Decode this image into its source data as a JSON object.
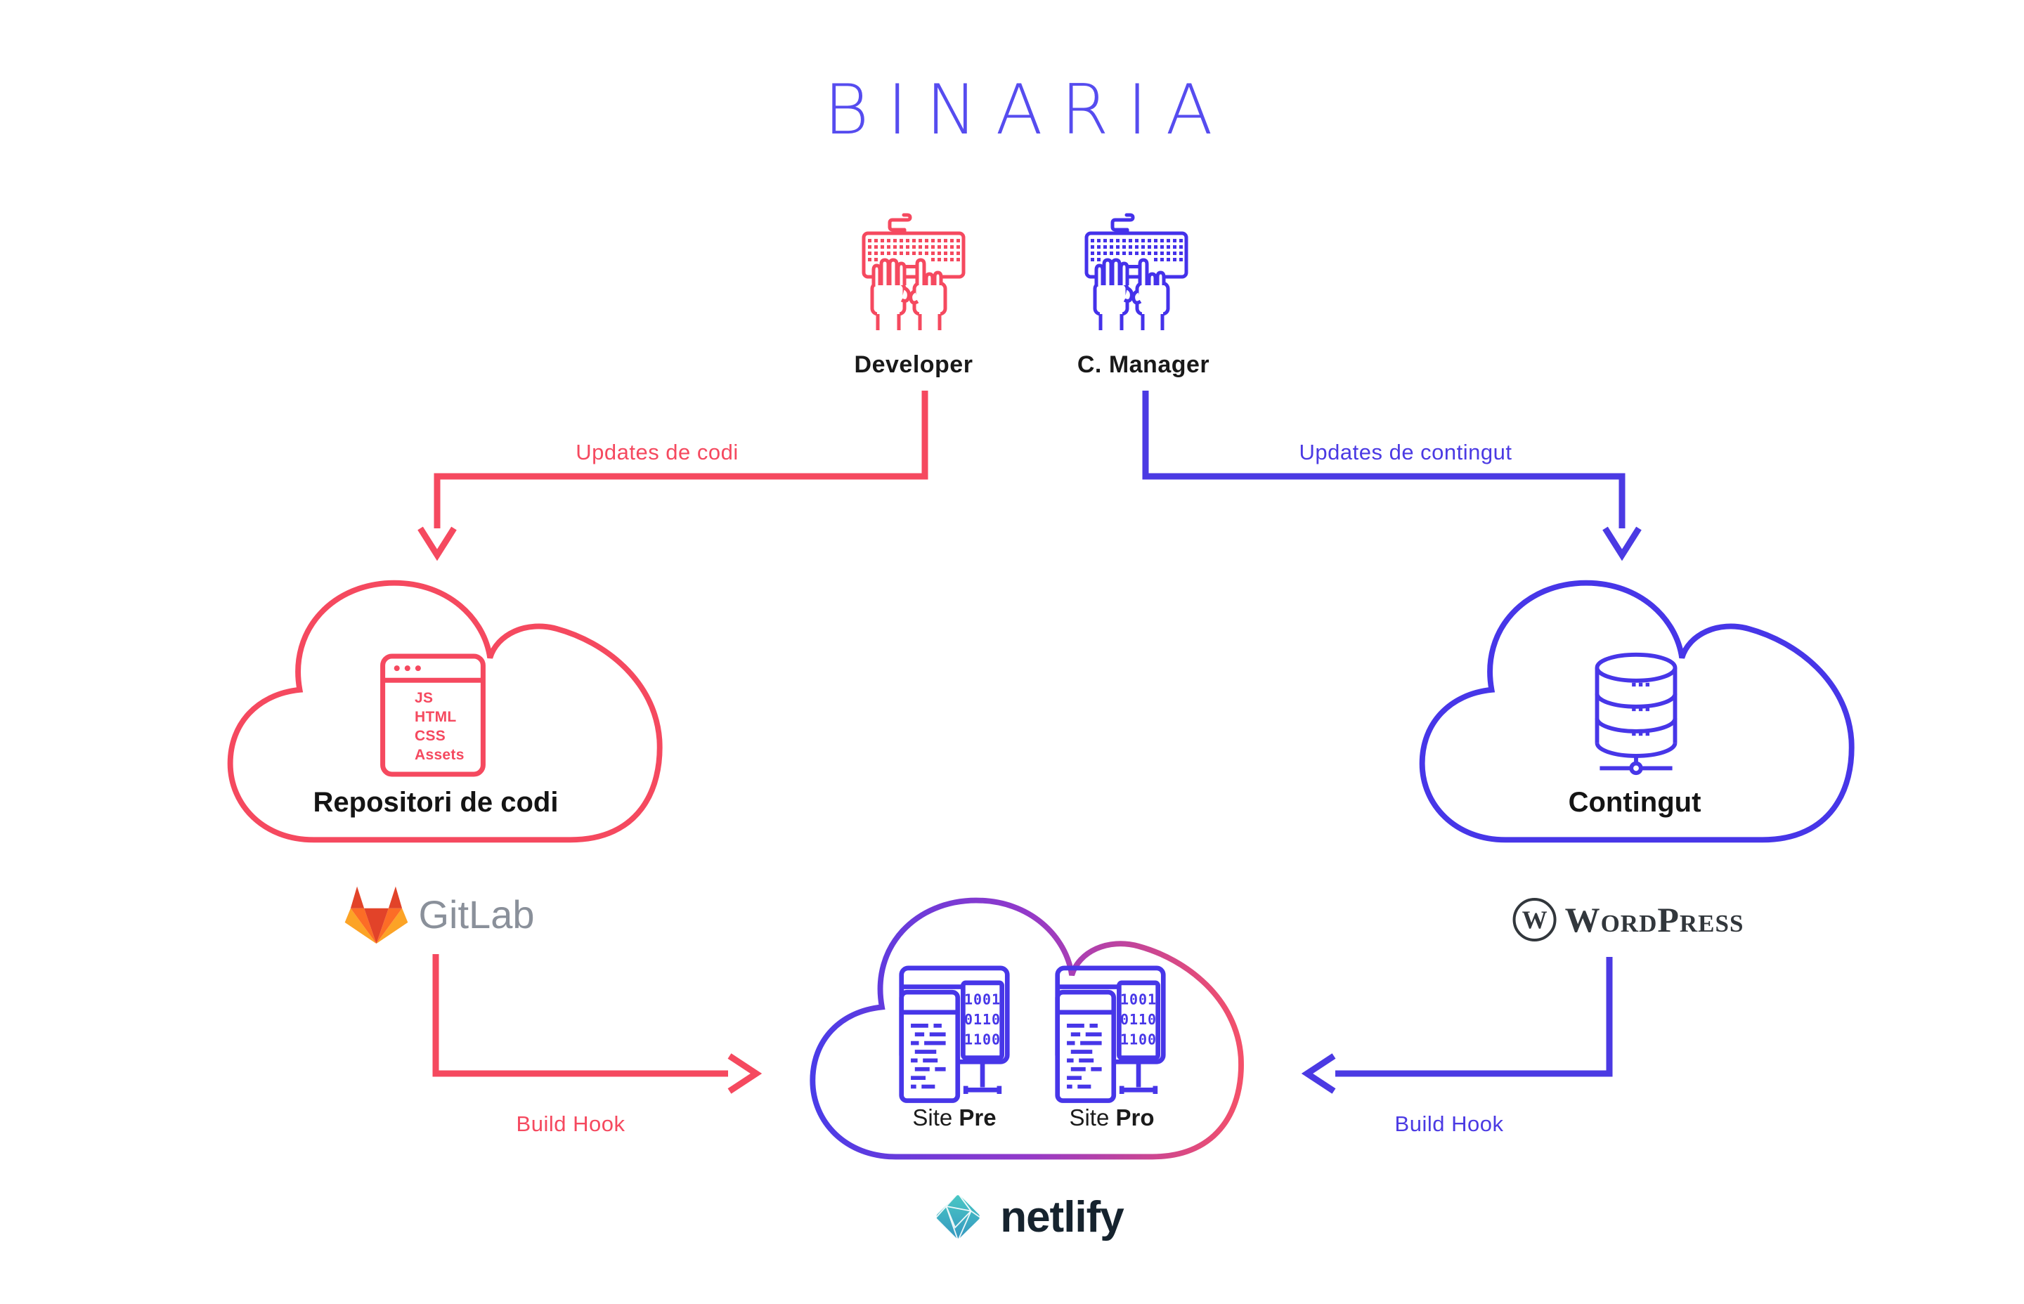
{
  "title": {
    "text": "BINARIA",
    "color": "#564CEF"
  },
  "colors": {
    "red": "#F5495F",
    "blue": "#4736E8",
    "purple_mid": "#9339C9",
    "text_dark": "#191919",
    "gitlab_gray": "#8A909A",
    "gitlab_orange_dark": "#E24329",
    "gitlab_orange": "#FC6D26",
    "gitlab_orange_light": "#FCA326",
    "wordpress_dark": "#32373C",
    "netlify_teal": "#3AB4C4",
    "netlify_dark": "#16232E"
  },
  "actors": {
    "developer": {
      "label": "Developer"
    },
    "manager": {
      "label": "C. Manager"
    }
  },
  "flows": {
    "code_updates": {
      "label": "Updates de codi"
    },
    "content_updates": {
      "label": "Updates de contingut"
    },
    "build_hook_left": {
      "label": "Build Hook"
    },
    "build_hook_right": {
      "label": "Build Hook"
    }
  },
  "repo_cloud": {
    "label": "Repositori de codi",
    "files": [
      "JS",
      "HTML",
      "CSS",
      "Assets"
    ],
    "service": "GitLab"
  },
  "content_cloud": {
    "label": "Contingut",
    "service": "WordPress"
  },
  "hosting_cloud": {
    "sites": [
      {
        "word": "Site",
        "env": "Pre"
      },
      {
        "word": "Site",
        "env": "Pro"
      }
    ],
    "binary": [
      "1001",
      "0110",
      "1100"
    ],
    "service": "netlify"
  }
}
